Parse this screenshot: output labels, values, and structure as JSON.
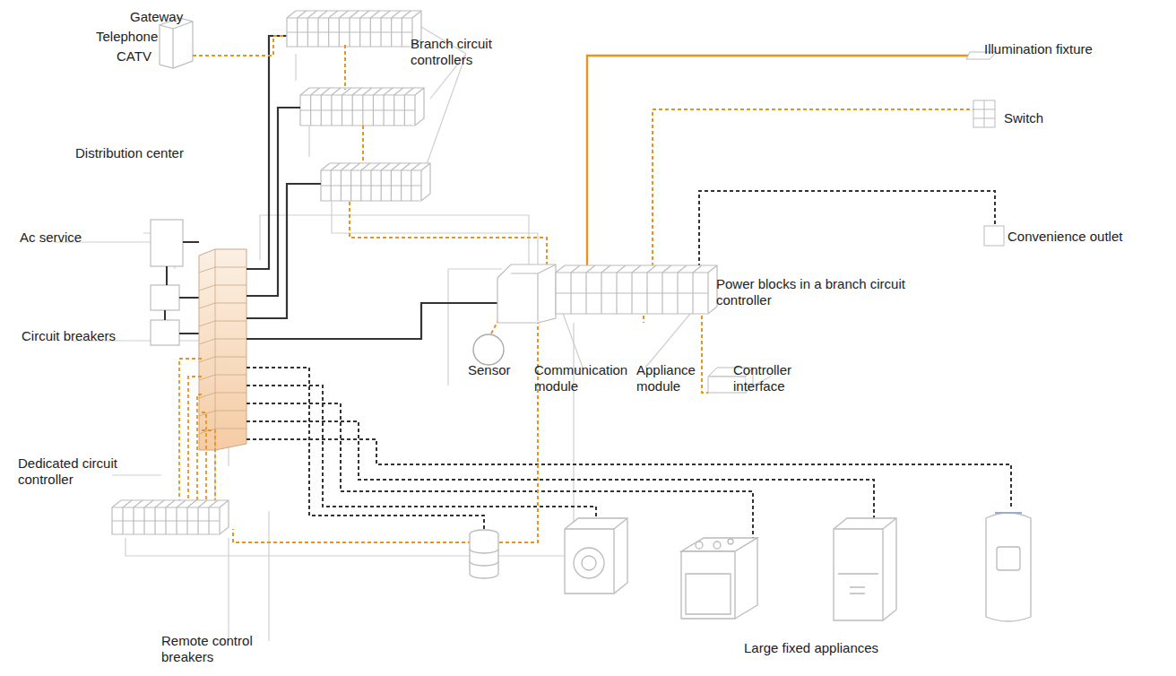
{
  "diagram": {
    "labels": [
      "Gateway",
      "Telephone",
      "CATV",
      "Branch circuit controllers",
      "Illumination fixture",
      "Switch",
      "Distribution center",
      "Ac service",
      "Convenience outlet",
      "Power blocks in a branch circuit controller",
      "Circuit breakers",
      "Sensor",
      "Communication module",
      "Appliance module",
      "Controller interface",
      "Dedicated circuit controller",
      "Remote control breakers",
      "Large fixed appliances"
    ]
  }
}
